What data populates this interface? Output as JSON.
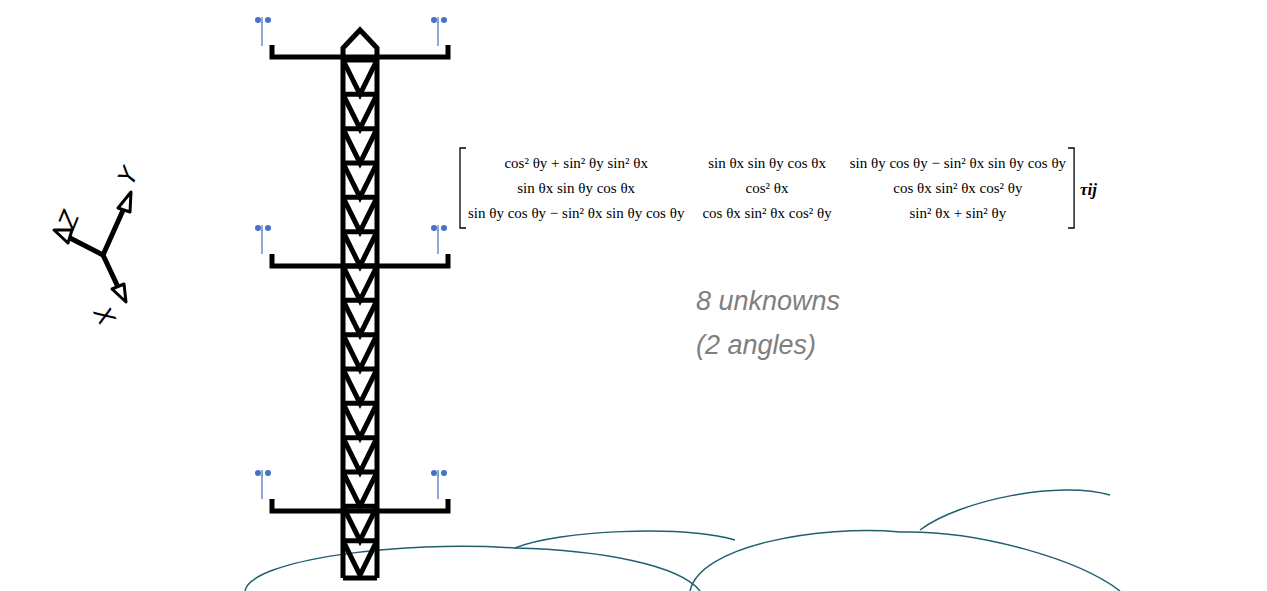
{
  "diagram": {
    "labels": [
      "Y",
      "Z",
      "X",
      "cos² θy + sin² θy sin² θx",
      "sin θx sin θy cos θx",
      "sin θy cos θy − sin² θx sin θy cos θy",
      "sin θx sin θy cos θx",
      "cos² θx",
      "cos θx sin² θx cos² θy",
      "sin θy cos θy − sin² θx sin θy cos θy",
      "cos θx sin² θx cos² θy",
      "sin² θx + sin² θy",
      "τij",
      "8 unknowns",
      "(2 angles)"
    ]
  }
}
